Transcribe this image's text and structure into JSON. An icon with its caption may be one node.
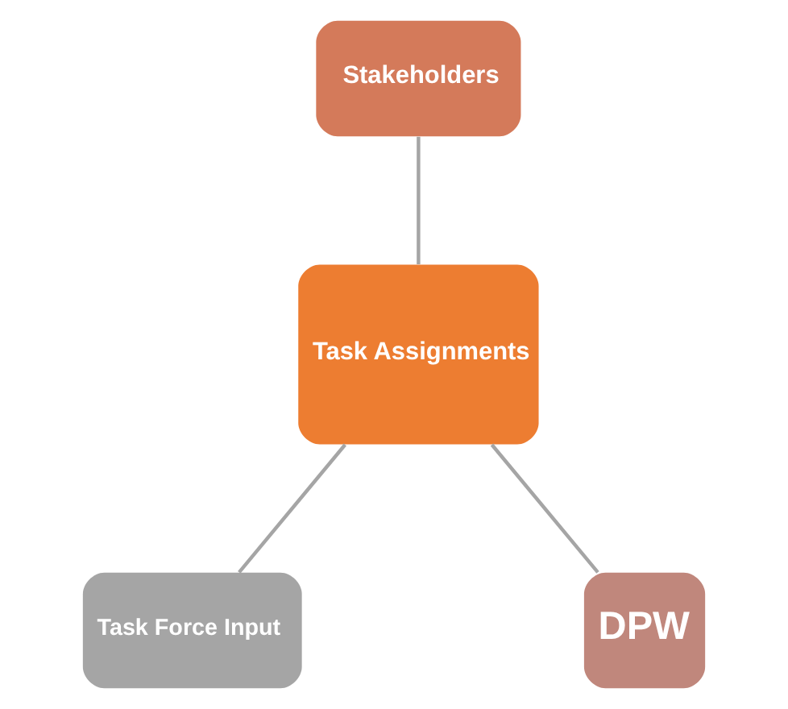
{
  "diagram": {
    "nodes": [
      {
        "text": [
          "Stakeholders"
        ]
      },
      {
        "text": [
          "Task Assignments"
        ]
      },
      {
        "text": [
          "Task Force Input"
        ]
      },
      {
        "text": [
          "DPW"
        ]
      }
    ],
    "edges": [
      {
        "from": 0,
        "to": 1,
        "arrow": "none"
      },
      {
        "from": 1,
        "to": 2,
        "arrow": "none"
      },
      {
        "from": 1,
        "to": 3,
        "arrow": "none"
      }
    ]
  }
}
